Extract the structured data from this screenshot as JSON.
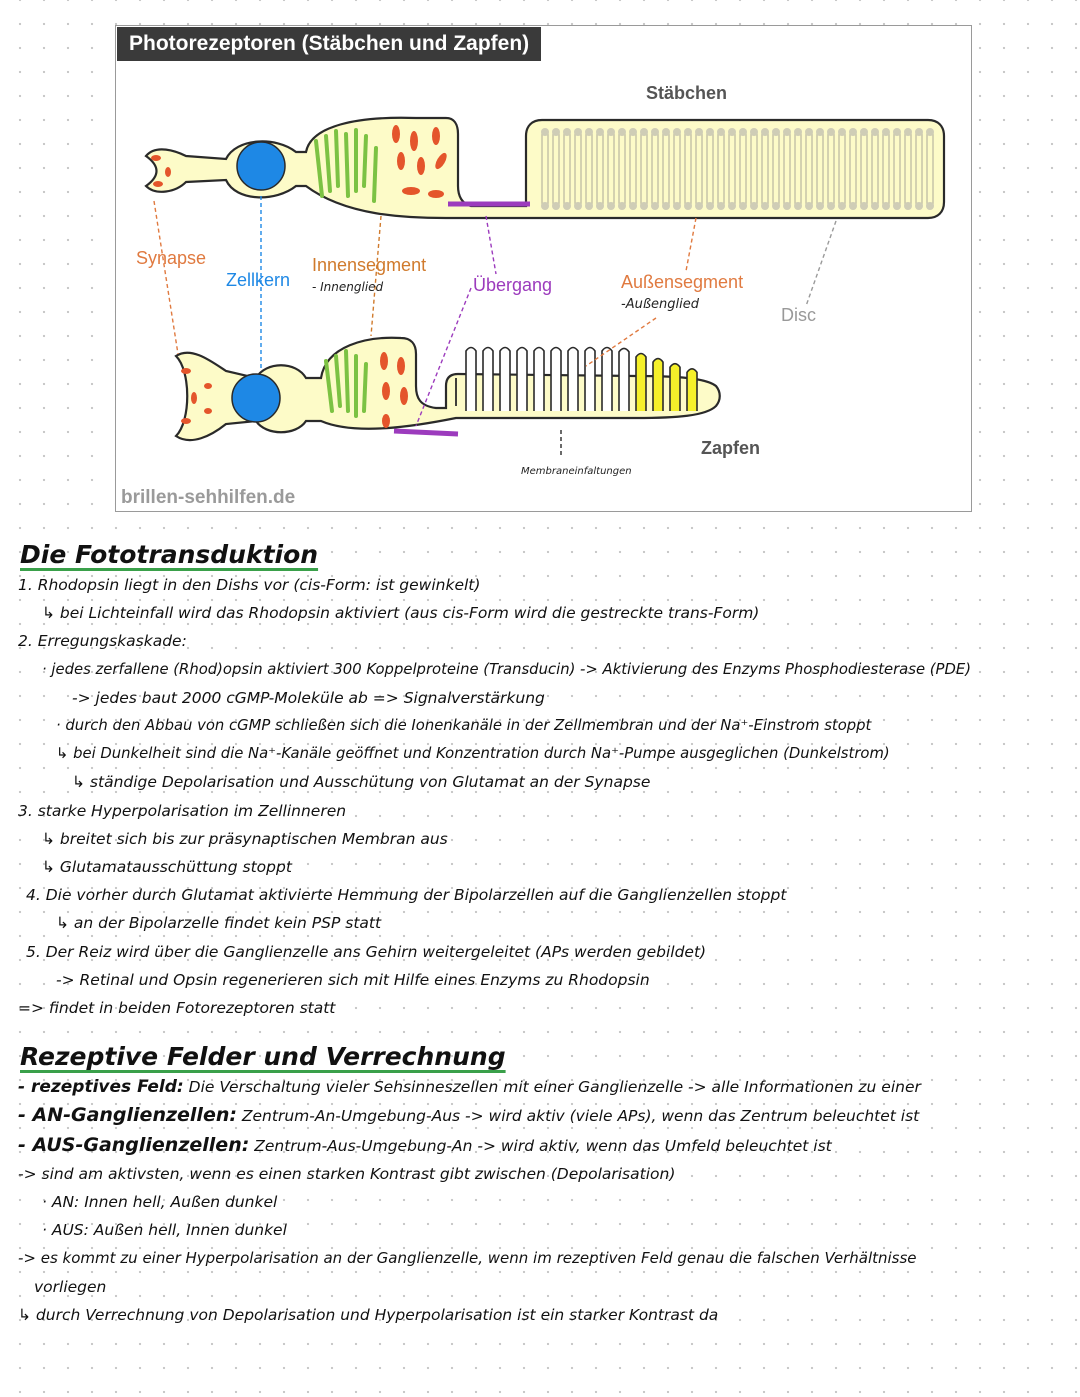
{
  "figure": {
    "title": "Photorezeptoren (Stäbchen und Zapfen)",
    "labels": {
      "staebchen": "Stäbchen",
      "synapse": "Synapse",
      "zellkern": "Zellkern",
      "innensegment": "Innensegment",
      "innensegment_note": "- Innenglied",
      "uebergang": "Übergang",
      "aussensegment": "Außensegment",
      "aussensegment_note": "-Außenglied",
      "disc": "Disc",
      "zapfen": "Zapfen",
      "membran": "Membraneinfaltungen"
    },
    "source": "brillen-sehhilfen.de",
    "colors": {
      "synapse": "#e07a40",
      "zellkern": "#1e88e5",
      "innensegment": "#d07a2c",
      "uebergang": "#9c3bbd",
      "aussensegment": "#e07a40",
      "disc": "#9a9a9a",
      "cell_fill": "#fdfbc8",
      "mitochondria": "#e4552b",
      "golgi": "#7cc243"
    }
  },
  "notes": {
    "section1": {
      "title": "Die Fototransduktion",
      "lines": [
        "1. Rhodopsin liegt in den Dishs vor (cis-Form: ist gewinkelt)",
        "↳ bei Lichteinfall wird das Rhodopsin aktiviert (aus cis-Form wird die gestreckte trans-Form)",
        "2. Erregungskaskade:",
        "· jedes zerfallene (Rhod)opsin aktiviert 300 Koppelproteine (Transducin) -> Aktivierung des Enzyms Phosphodiesterase (PDE)",
        "-> jedes baut 2000 cGMP-Moleküle ab => Signalverstärkung",
        "· durch den Abbau von cGMP schließen sich die Ionenkanäle in der Zellmembran und der Na⁺-Einstrom stoppt",
        "↳ bei Dunkelheit sind die Na⁺-Kanäle geöffnet und Konzentration durch Na⁺-Pumpe ausgeglichen (Dunkelstrom)",
        "↳ ständige Depolarisation und Ausschütung von Glutamat an der Synapse",
        "3. starke Hyperpolarisation im Zellinneren",
        "↳ breitet sich bis zur präsynaptischen Membran aus",
        "↳ Glutamatausschüttung stoppt",
        "4. Die vorher durch Glutamat aktivierte Hemmung der Bipolarzellen auf die Ganglienzellen stoppt",
        "↳ an der Bipolarzelle findet kein PSP statt",
        "5. Der Reiz wird über die Ganglienzelle ans Gehirn weitergeleitet (APs werden gebildet)",
        "-> Retinal und Opsin regenerieren sich mit Hilfe eines Enzyms zu Rhodopsin",
        "=> findet in beiden Fotorezeptoren statt"
      ]
    },
    "section2": {
      "title": "Rezeptive Felder und Verrechnung",
      "lines": [
        {
          "bold": "- rezeptives Feld:",
          "text": " Die Verschaltung vieler Sehsinneszellen mit einer Ganglienzelle -> alle Informationen zu einer"
        },
        {
          "bold": "- AN-Ganglienzellen:",
          "text": " Zentrum-An-Umgebung-Aus -> wird aktiv (viele APs), wenn das Zentrum beleuchtet ist"
        },
        {
          "bold": "- AUS-Ganglienzellen:",
          "text": " Zentrum-Aus-Umgebung-An -> wird aktiv, wenn das Umfeld beleuchtet ist"
        },
        {
          "bold": "",
          "text": "-> sind am aktivsten, wenn es einen starken Kontrast gibt zwischen (Depolarisation)"
        },
        {
          "bold": "",
          "text": "· AN: Innen hell, Außen dunkel"
        },
        {
          "bold": "",
          "text": "· AUS: Außen hell, Innen dunkel"
        },
        {
          "bold": "",
          "text": "-> es kommt zu einer Hyperpolarisation an der Ganglienzelle, wenn im rezeptiven Feld genau die falschen Verhältnisse"
        },
        {
          "bold": "",
          "text": "vorliegen"
        },
        {
          "bold": "",
          "text": "↳ durch Verrechnung von Depolarisation und Hyperpolarisation ist ein starker Kontrast da"
        }
      ]
    }
  }
}
